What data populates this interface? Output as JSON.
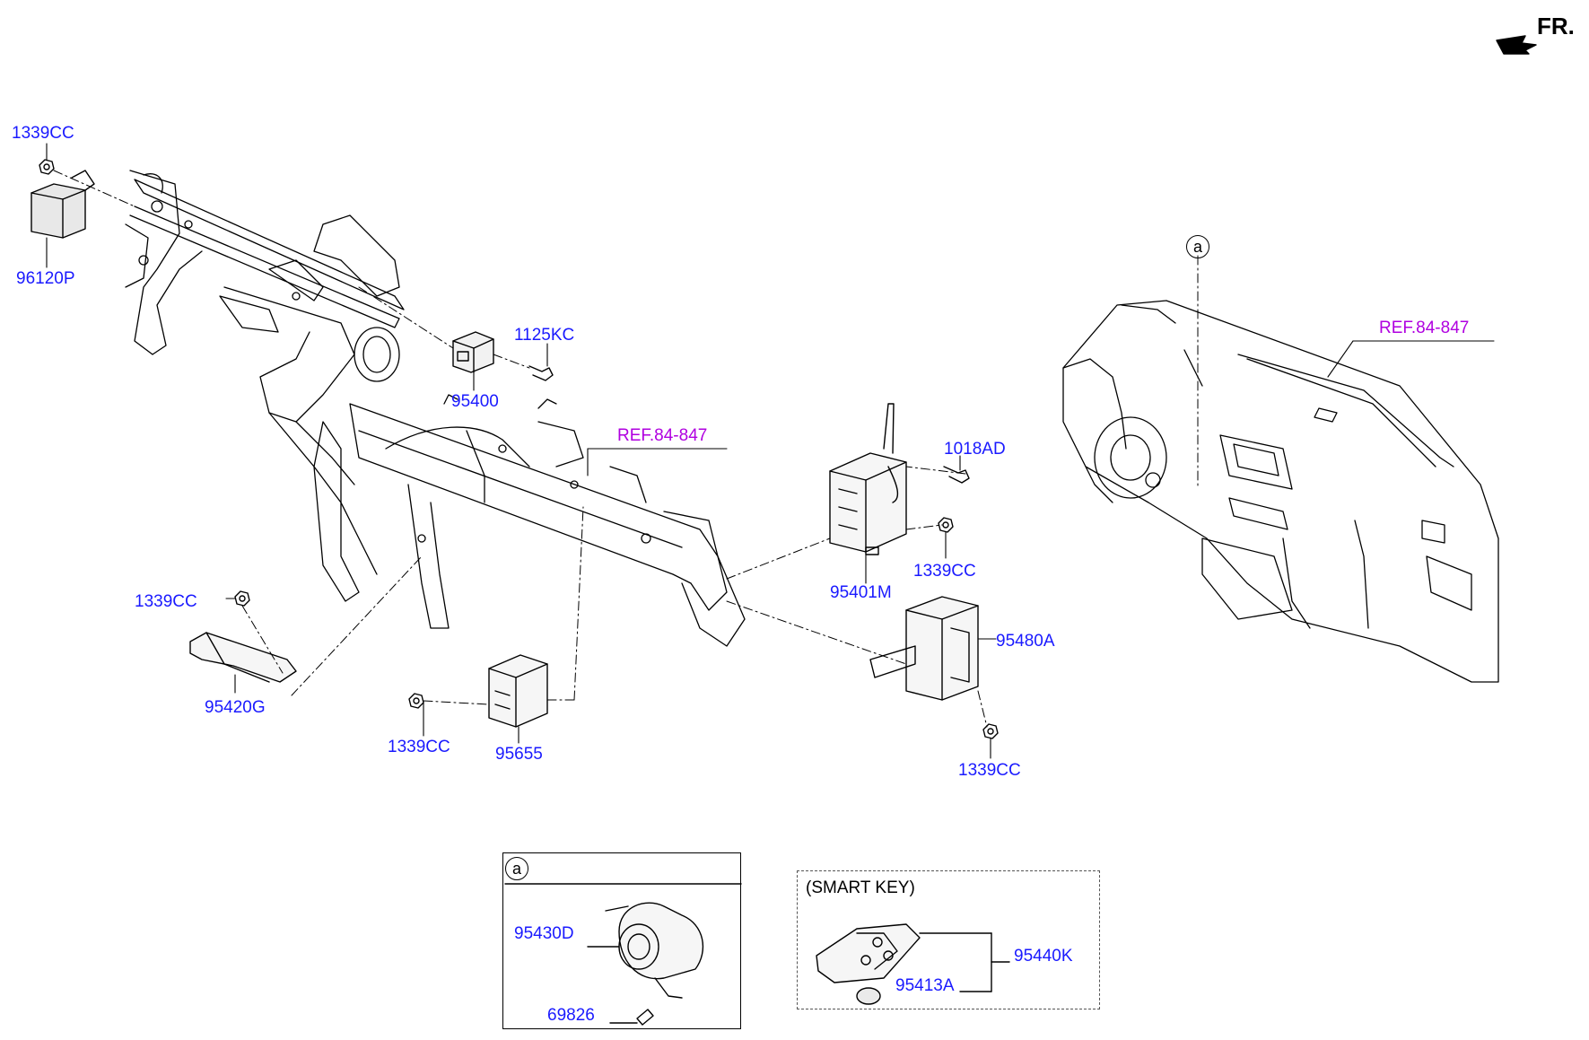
{
  "direction_label": "FR.",
  "callout_label": "a",
  "colors": {
    "part_label": "#1a1aff",
    "ref_label": "#b000e0",
    "line": "#000000"
  },
  "parts": {
    "p_1339cc_tl": "1339CC",
    "p_96120p": "96120P",
    "p_1125kc": "1125KC",
    "p_95400": "95400",
    "ref_center": "REF.84-847",
    "p_1018ad": "1018AD",
    "p_1339cc_mid": "1339CC",
    "p_95401m": "95401M",
    "p_95480a": "95480A",
    "p_1339cc_left": "1339CC",
    "p_95420g": "95420G",
    "p_1339cc_bot": "1339CC",
    "p_95655": "95655",
    "p_1339cc_br": "1339CC",
    "ref_right": "REF.84-847"
  },
  "detail_a": {
    "header": "a",
    "p_95430d": "95430D",
    "p_69826": "69826"
  },
  "smart_key": {
    "title": "(SMART KEY)",
    "p_95440k": "95440K",
    "p_95413a": "95413A"
  }
}
